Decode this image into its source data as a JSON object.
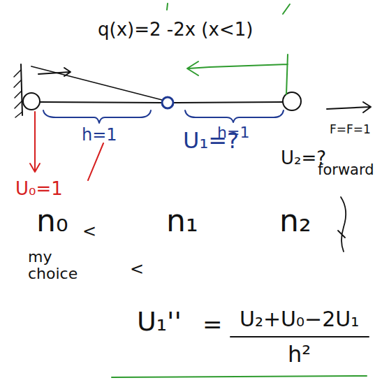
{
  "diagram": {
    "labels": [
      "q(x)=2 -2x (x<1)",
      "h=1",
      "U₁=?",
      "h=1",
      "U₂=?",
      "F=F=1",
      "forward",
      "U₀=1",
      "n₀",
      "n₁",
      "n₂",
      "my choice",
      "<",
      "<",
      "U₁''",
      "=",
      "U₂+U₀−2U₁",
      "h²"
    ]
  }
}
